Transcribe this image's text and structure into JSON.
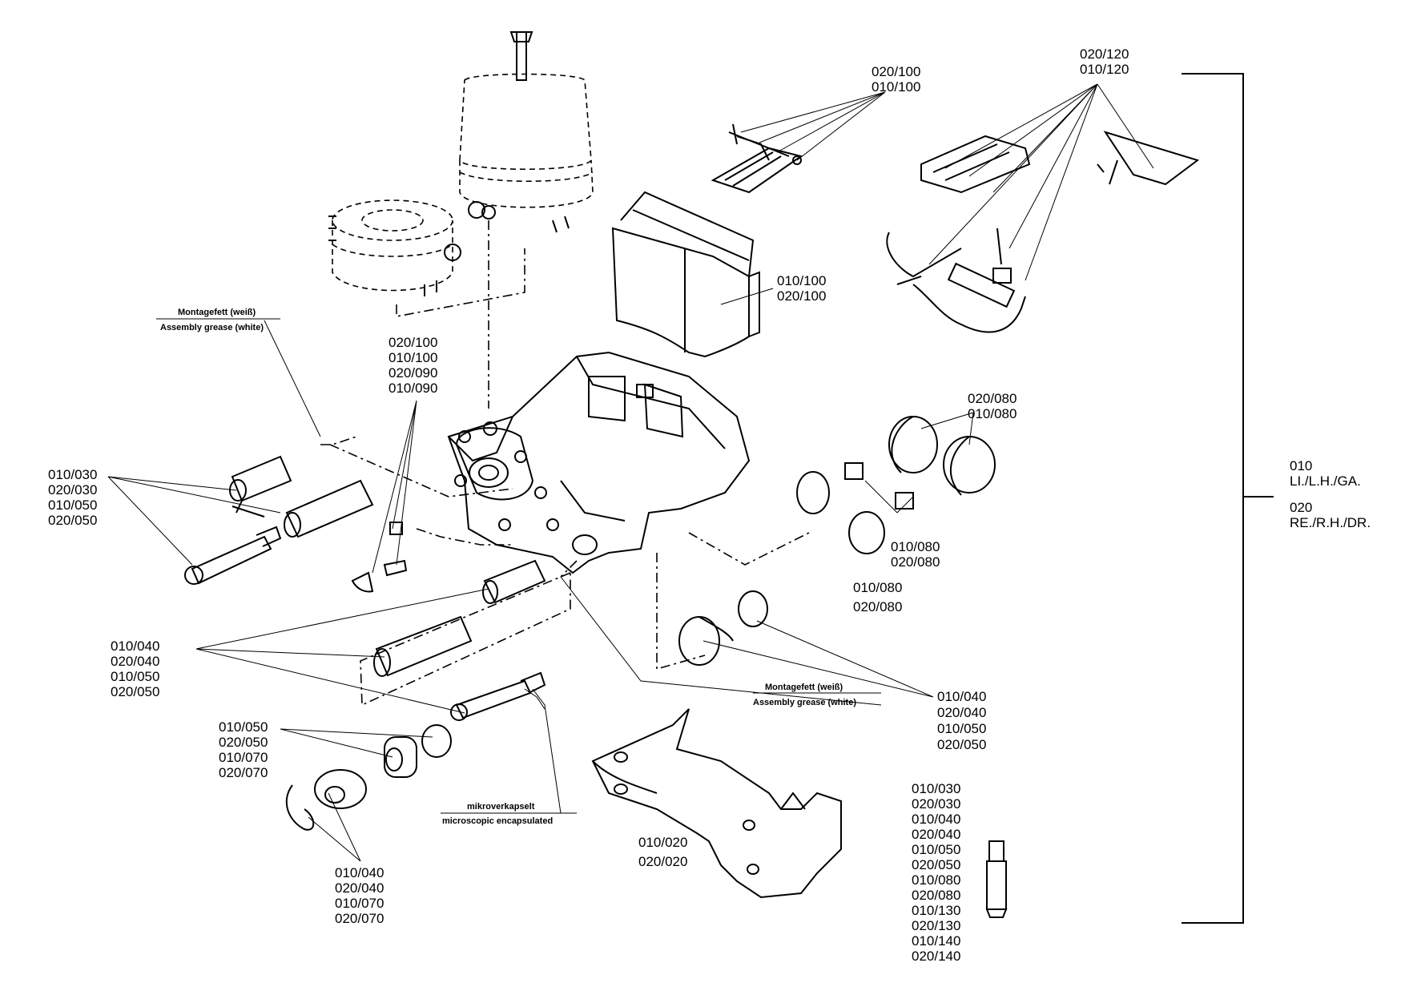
{
  "callouts": {
    "top_clip": [
      "020/100",
      "010/100"
    ],
    "top_wire": [
      "020/120",
      "010/120"
    ],
    "pads": [
      "010/100",
      "020/100"
    ],
    "center_clips": [
      "020/100",
      "010/100",
      "020/090",
      "010/090"
    ],
    "left_pin": [
      "010/030",
      "020/030",
      "010/050",
      "020/050"
    ],
    "boots_upper": [
      "020/080",
      "010/080"
    ],
    "boots_mid": [
      "010/080",
      "020/080"
    ],
    "boots_lower": [
      "010/080",
      "020/080"
    ],
    "left_sleeve": [
      "010/040",
      "020/040",
      "010/050",
      "020/050"
    ],
    "right_bushing": [
      "010/040",
      "020/040",
      "010/050",
      "020/050"
    ],
    "bottom_cap": [
      "010/050",
      "020/050",
      "010/070",
      "020/070"
    ],
    "bottom_ring": [
      "010/040",
      "020/040",
      "010/070",
      "020/070"
    ],
    "carrier": [
      "010/020",
      "020/020"
    ],
    "grease_tube": [
      "010/030",
      "020/030",
      "010/040",
      "020/040",
      "010/050",
      "020/050",
      "010/080",
      "020/080",
      "010/130",
      "020/130",
      "010/140",
      "020/140"
    ],
    "side_left": [
      "010",
      "LI./L.H./GA."
    ],
    "side_right": [
      "020",
      "RE./R.H./DR."
    ]
  },
  "notes": {
    "grease_left_de": "Montagefett (weiß)",
    "grease_left_en": "Assembly grease (white)",
    "grease_right_de": "Montagefett (weiß)",
    "grease_right_en": "Assembly grease (white)",
    "micro_de": "mikroverkapselt",
    "micro_en": "microscopic encapsulated"
  }
}
